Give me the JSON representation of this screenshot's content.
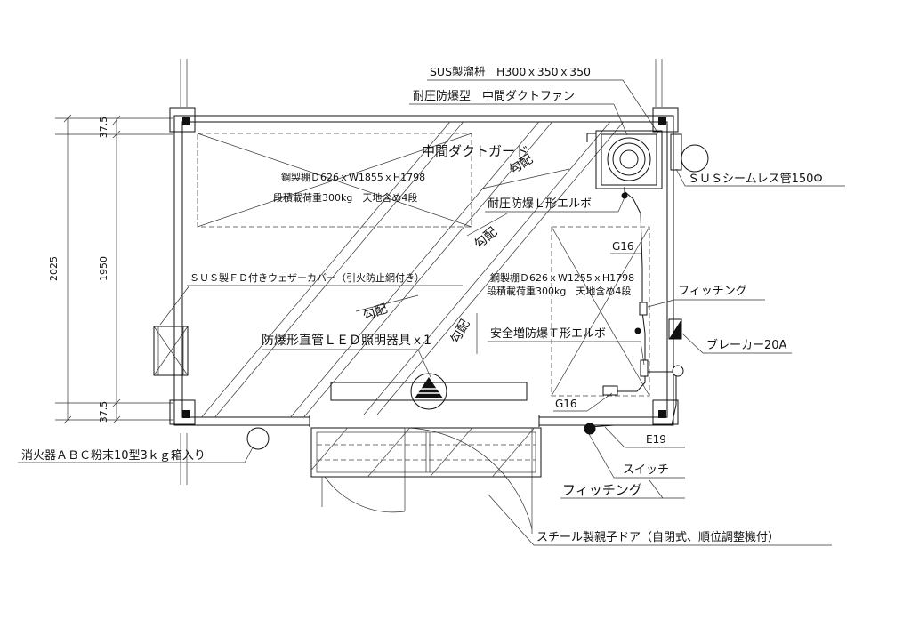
{
  "dimensions": {
    "top_margin": "37.5",
    "bottom_margin": "37.5",
    "inner_height": "1950",
    "total_height": "2025"
  },
  "room": {
    "duct_guard": "中間ダクトガード",
    "slope_label": "勾配",
    "shelf_top": {
      "spec": "鋼製棚Ｄ626ｘW1855ｘH1798",
      "load": "段積載荷重300kg　天地含め4段"
    },
    "shelf_right": {
      "spec": "鋼製棚Ｄ626ｘW1255ｘH1798",
      "load": "段積載荷重300kg　天地含め4段"
    },
    "weather_cover": "ＳＵＳ製ＦＤ付きウェザーカバー（引火防止網付き）",
    "light": "防爆形直管ＬＥＤ照明器具ｘ1",
    "g16_upper": "G16",
    "g16_lower": "G16"
  },
  "callouts": {
    "sus_box": "SUS製溜枡　H300ｘ350ｘ350",
    "duct_fan": "耐圧防爆型　中間ダクトファン",
    "seamless_pipe": "ＳＵＳシームレス管150Φ",
    "l_elbow": "耐圧防爆Ｌ形エルボ",
    "fitting_1": "フィッチング",
    "t_elbow": "安全増防爆Ｔ形エルボ",
    "breaker": "ブレーカー20A",
    "e19": "E19",
    "switch": "スイッチ",
    "fitting_2": "フィッチング",
    "door": "スチール製親子ドア（自閉式、順位調整機付）",
    "extinguisher": "消火器ＡＢＣ粉末10型3ｋｇ箱入り"
  }
}
